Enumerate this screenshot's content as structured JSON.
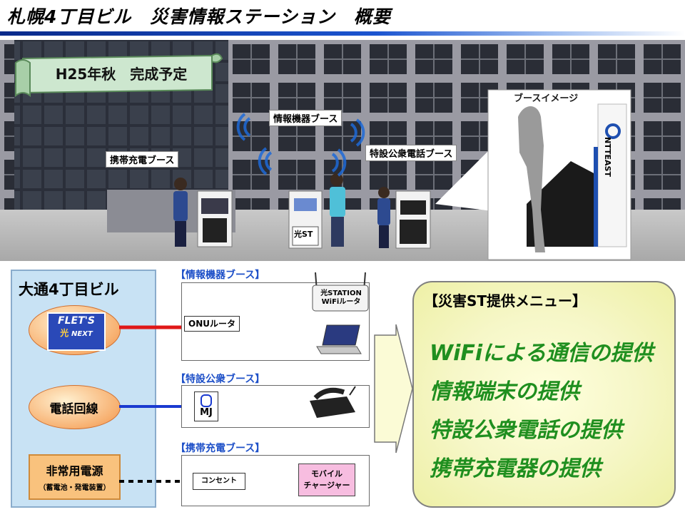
{
  "title": "札幌4丁目ビル　災害情報ステーション　概要",
  "banner": "H25年秋　完成予定",
  "scene": {
    "booth_labels": {
      "charging": "携帯充電ブース",
      "info": "情報機器ブース",
      "phone": "特設公衆電話ブース"
    },
    "booth_image_label": "ブースイメージ",
    "ntt_logo": "NTTEAST",
    "kiosk_label": "光ST"
  },
  "building_panel": {
    "title": "大通4丁目ビル",
    "flets_logo": {
      "line1": "FLET'S",
      "line2": "光",
      "line3": "NEXT"
    },
    "phone_line": "電話回線",
    "power": {
      "title": "非常用電源",
      "sub": "（蓄電池・発電装置）"
    }
  },
  "sections": {
    "info": {
      "title": "【情報機器ブース】",
      "router": "光STATION\nWiFiルータ",
      "onu": "ONUルータ"
    },
    "phone": {
      "title": "【特設公衆ブース】",
      "mj": "MJ"
    },
    "charging": {
      "title": "【携帯充電ブース】",
      "outlet": "コンセント",
      "charger": "モバイル\nチャージャー"
    }
  },
  "menu": {
    "title": "【災害ST提供メニュー】",
    "items": [
      "WiFiによる通信の提供",
      "情報端末の提供",
      "特設公衆電話の提供",
      "携帯充電器の提供"
    ]
  },
  "colors": {
    "menu_text": "#1f8f1f",
    "section_title": "#1e50c8",
    "internet_line": "#e01818",
    "phone_line": "#1a3ad0"
  }
}
